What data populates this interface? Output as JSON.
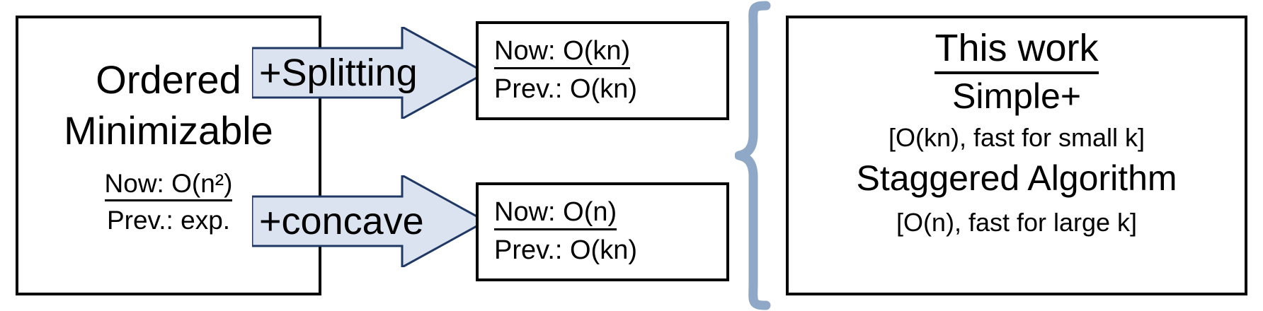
{
  "diagram": {
    "type": "flow-diagram",
    "colors": {
      "arrow_fill": "#dce3f0",
      "arrow_stroke": "#1f3864",
      "brace": "#8fa8c8",
      "box_border": "#000000",
      "background": "#ffffff",
      "text": "#000000"
    },
    "left_box": {
      "title_line1": "Ordered",
      "title_line2": "Minimizable",
      "now_label": "Now:",
      "now_value": "O(n²)",
      "prev_label": "Prev.:",
      "prev_value": "exp."
    },
    "arrows": [
      {
        "label": "+Splitting",
        "name": "arrow-splitting"
      },
      {
        "label": "+concave",
        "name": "arrow-concave"
      }
    ],
    "result_boxes": [
      {
        "name": "result-splitting",
        "now_label": "Now:",
        "now_value": "O(kn)",
        "prev_label": "Prev.:",
        "prev_value": "O(kn)"
      },
      {
        "name": "result-concave",
        "now_label": "Now:",
        "now_value": "O(n)",
        "prev_label": "Prev.:",
        "prev_value": "O(kn)"
      }
    ],
    "right_box": {
      "title": "This work",
      "item1_name": "Simple+",
      "item1_note": "[O(kn), fast for small k]",
      "item2_name": "Staggered Algorithm",
      "item2_note": "[O(n), fast for large k]"
    }
  }
}
